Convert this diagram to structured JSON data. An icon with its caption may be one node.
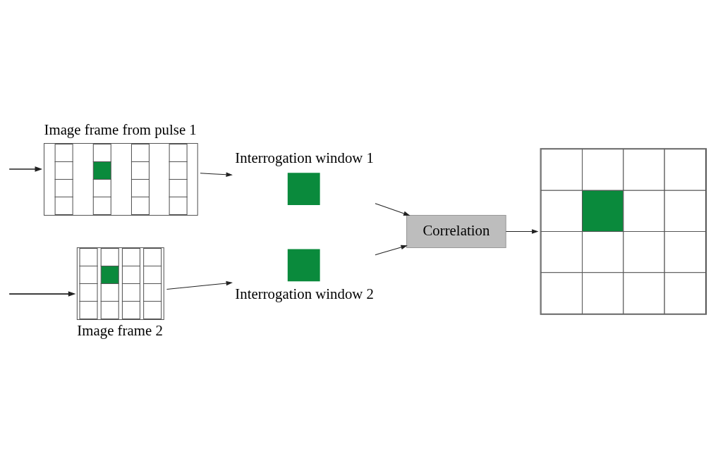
{
  "diagram": {
    "nodes": [
      {
        "text": [
          "Image frame from pulse 1"
        ]
      },
      {
        "text": [
          "Interrogation window 1"
        ]
      },
      {
        "text": [
          "Image frame 2"
        ]
      },
      {
        "text": [
          "Interrogation window 2"
        ]
      },
      {
        "text": [
          "Correlation"
        ]
      },
      {
        "text": [],
        "shape": "picture"
      }
    ],
    "edges": [
      {
        "from": null,
        "to": 0,
        "arrow": "to"
      },
      {
        "from": null,
        "to": 2,
        "arrow": "to"
      },
      {
        "from": 0,
        "to": 1,
        "arrow": "to"
      },
      {
        "from": 2,
        "to": 3,
        "arrow": "to"
      },
      {
        "from": 1,
        "to": 4,
        "arrow": "to"
      },
      {
        "from": 3,
        "to": 4,
        "arrow": "to"
      },
      {
        "from": 4,
        "to": 5,
        "arrow": "to"
      }
    ]
  }
}
